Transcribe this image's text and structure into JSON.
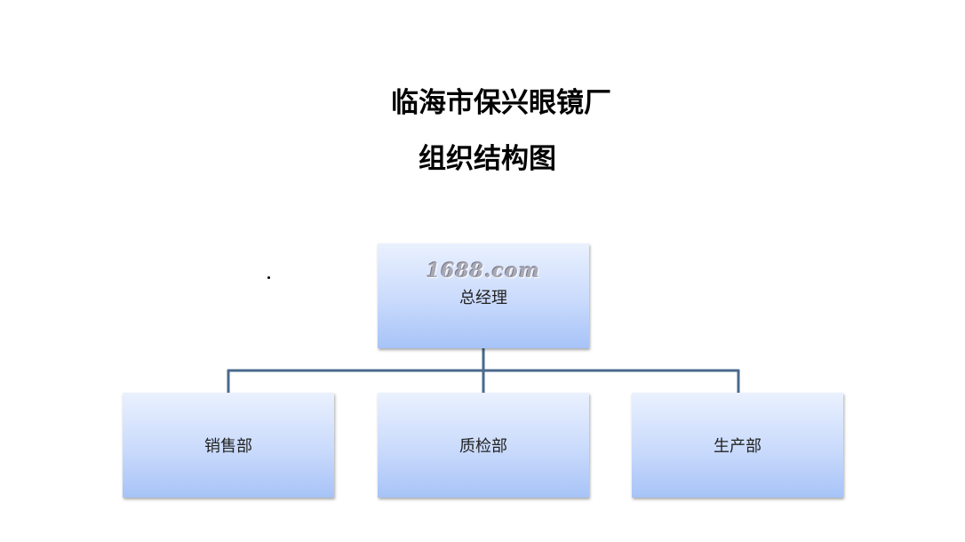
{
  "title": {
    "line1": "临海市保兴眼镜厂",
    "line2": "组织结构图"
  },
  "chart": {
    "root": {
      "label": "总经理",
      "watermark": "1688.com"
    },
    "departments": [
      {
        "label": "销售部"
      },
      {
        "label": "质检部"
      },
      {
        "label": "生产部"
      }
    ]
  },
  "colors": {
    "box_top": "#eaf1fe",
    "box_bottom": "#a7c3f7",
    "connector": "#4a6a8c"
  }
}
